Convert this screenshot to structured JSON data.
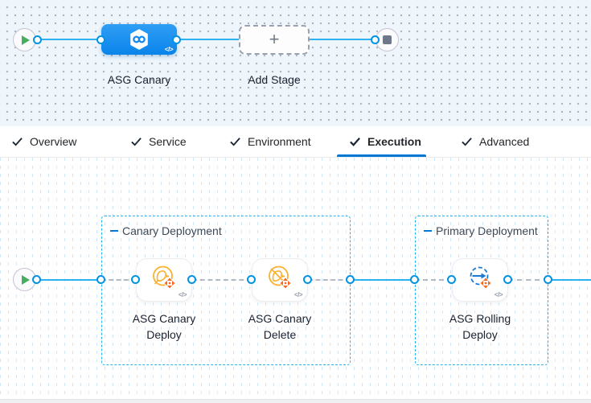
{
  "colors": {
    "accent_blue": "#0278d5",
    "line_blue": "#2db2f0",
    "dot_border_blue": "#0092e4",
    "group_border_blue": "#29b5ee",
    "stage_blue": "#0a84ea",
    "canary_yellow": "#fbb12d",
    "arrows_orange": "#f2691f",
    "play_green": "#47ae5f",
    "stop_gray": "#6f7888"
  },
  "stage_canvas": {
    "stage_label": "ASG Canary",
    "add_stage_label": "Add Stage",
    "plus_glyph": "+",
    "code_glyph": "</>"
  },
  "tabs": {
    "items": [
      {
        "label": "Overview"
      },
      {
        "label": "Service"
      },
      {
        "label": "Environment"
      },
      {
        "label": "Execution"
      },
      {
        "label": "Advanced"
      }
    ],
    "active": "Execution"
  },
  "execution": {
    "code_glyph": "</>",
    "groups": [
      {
        "label": "Canary Deployment",
        "steps": [
          {
            "label": "ASG Canary Deploy",
            "icon": "canary-deploy-icon"
          },
          {
            "label": "ASG Canary Delete",
            "icon": "canary-delete-icon"
          }
        ]
      },
      {
        "label": "Primary Deployment",
        "steps": [
          {
            "label": "ASG Rolling Deploy",
            "icon": "rolling-deploy-icon"
          }
        ]
      }
    ]
  }
}
